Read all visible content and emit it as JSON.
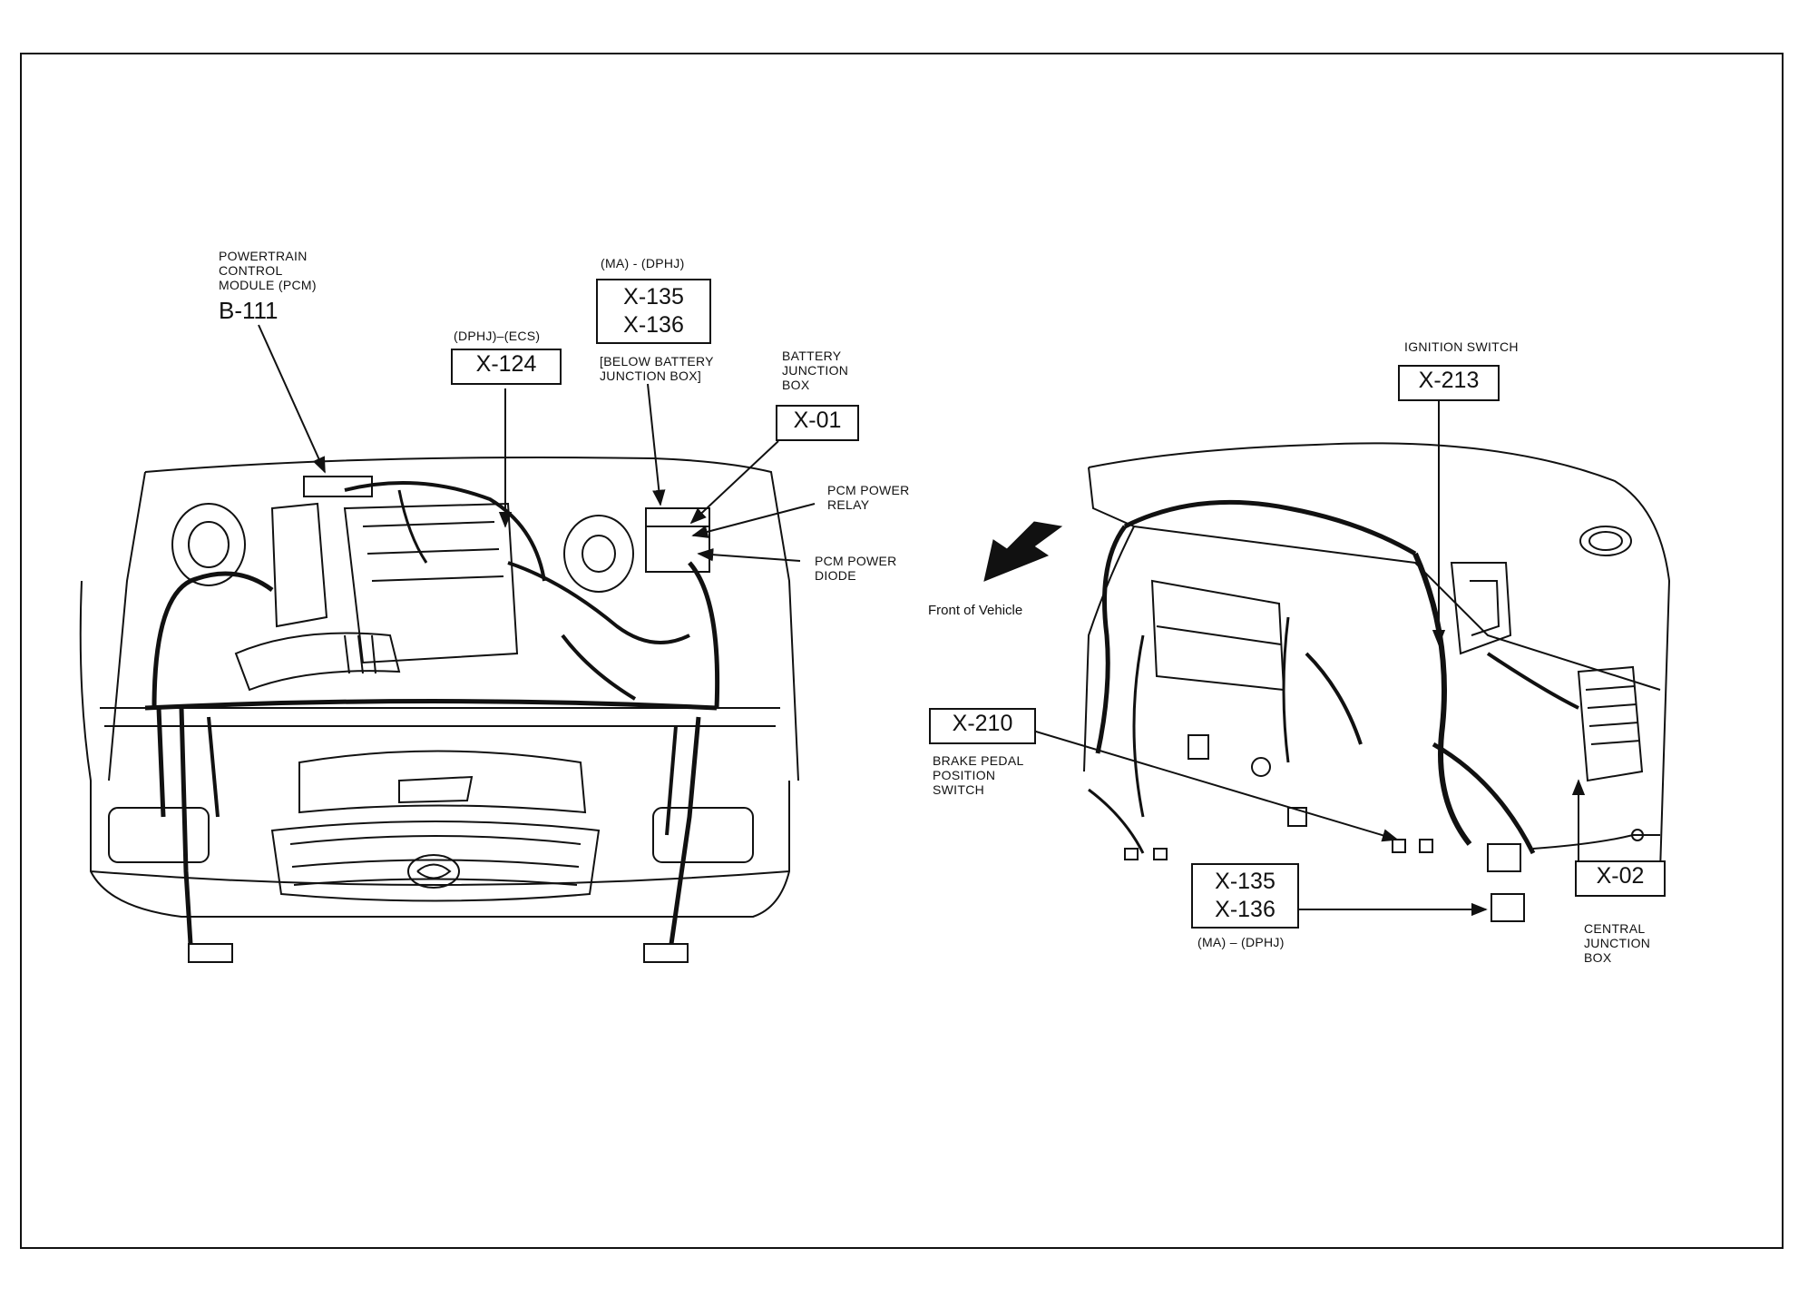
{
  "engine": {
    "pcm_label": "POWERTRAIN\nCONTROL\nMODULE (PCM)",
    "pcm_code": "B-111",
    "x124_note": "(DPHJ)–(ECS)",
    "x124_code": "X-124",
    "x135_note": "(MA) - (DPHJ)",
    "x135_codes": [
      "X-135",
      "X-136"
    ],
    "below_note": "[BELOW BATTERY\nJUNCTION BOX]",
    "battery_label": "BATTERY\nJUNCTION\nBOX",
    "x01_code": "X-01",
    "relay_label": "PCM POWER\nRELAY",
    "diode_label": "PCM POWER\nDIODE"
  },
  "cabin": {
    "front_label": "Front of Vehicle",
    "ignition_label": "IGNITION SWITCH",
    "x213_code": "X-213",
    "x210_code": "X-210",
    "brake_label": "BRAKE PEDAL\nPOSITION\nSWITCH",
    "x135_codes": [
      "X-135",
      "X-136"
    ],
    "x135_note": "(MA) – (DPHJ)",
    "x02_code": "X-02",
    "central_label": "CENTRAL\nJUNCTION\nBOX"
  }
}
